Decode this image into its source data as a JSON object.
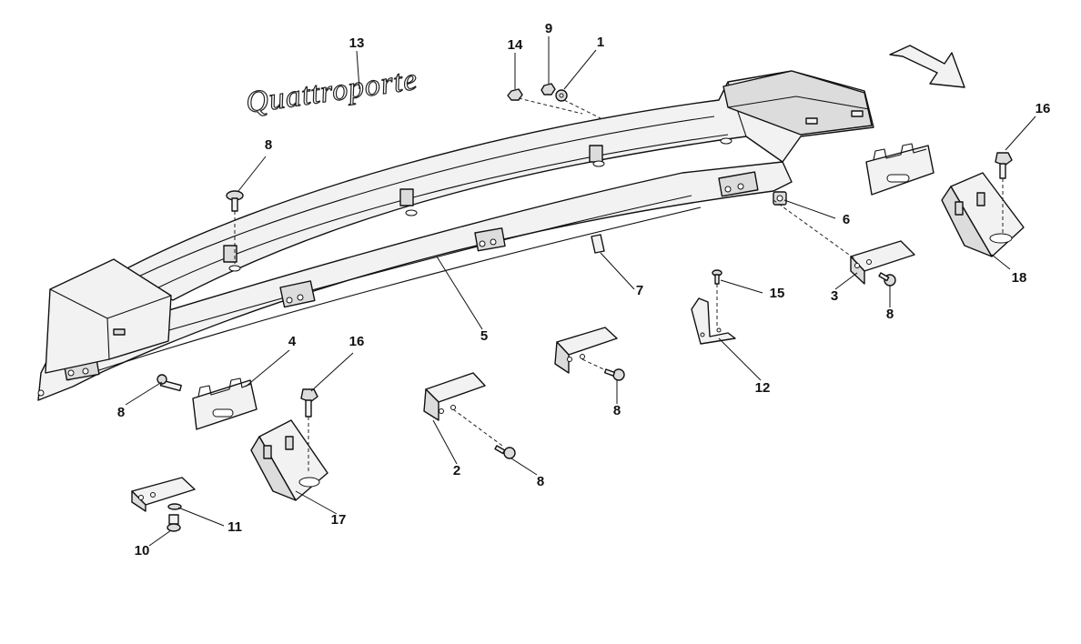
{
  "diagram": {
    "callouts": [
      {
        "id": "13",
        "label": "13"
      },
      {
        "id": "14",
        "label": "14"
      },
      {
        "id": "9",
        "label": "9"
      },
      {
        "id": "1",
        "label": "1"
      },
      {
        "id": "16a",
        "label": "16"
      },
      {
        "id": "8a",
        "label": "8"
      },
      {
        "id": "6",
        "label": "6"
      },
      {
        "id": "7",
        "label": "7"
      },
      {
        "id": "15",
        "label": "15"
      },
      {
        "id": "3",
        "label": "3"
      },
      {
        "id": "8b",
        "label": "8"
      },
      {
        "id": "18",
        "label": "18"
      },
      {
        "id": "5",
        "label": "5"
      },
      {
        "id": "4",
        "label": "4"
      },
      {
        "id": "16b",
        "label": "16"
      },
      {
        "id": "8c",
        "label": "8"
      },
      {
        "id": "12",
        "label": "12"
      },
      {
        "id": "8d",
        "label": "8"
      },
      {
        "id": "2",
        "label": "2"
      },
      {
        "id": "8e",
        "label": "8"
      },
      {
        "id": "17",
        "label": "17"
      },
      {
        "id": "11",
        "label": "11"
      },
      {
        "id": "10",
        "label": "10"
      }
    ],
    "badge_text": "Quattroporte",
    "direction_icon": "arrow-icon"
  }
}
